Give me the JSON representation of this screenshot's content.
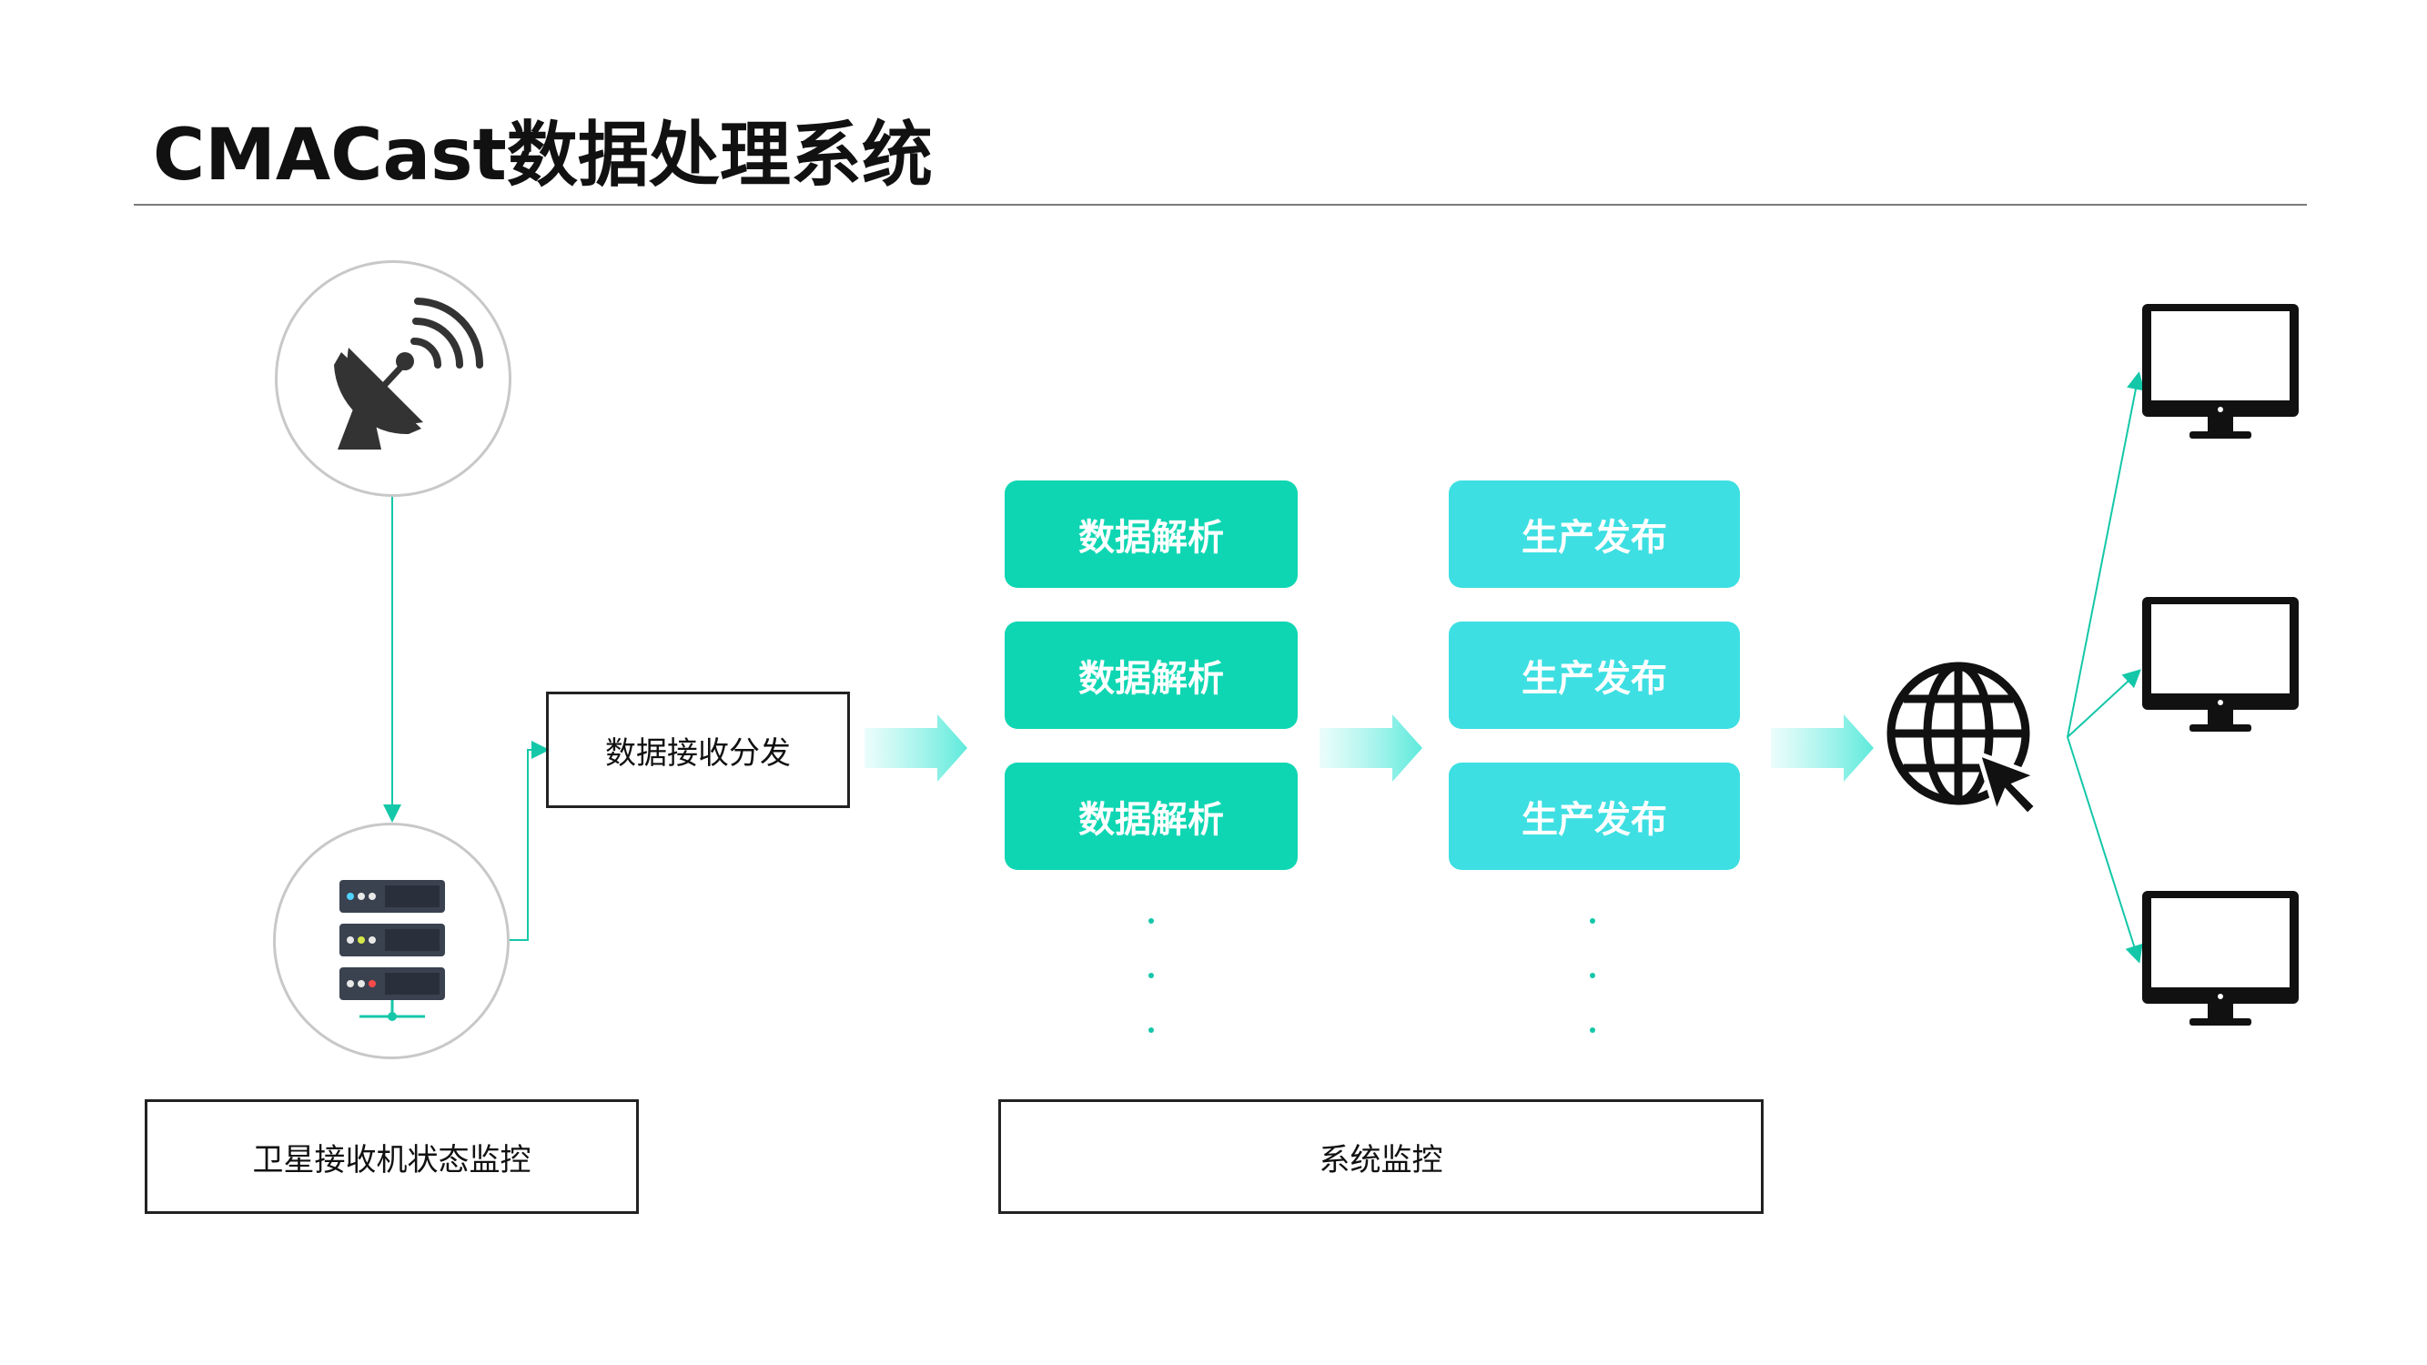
{
  "title": "CMACast数据处理系统",
  "nodes": {
    "receive_dispatch": "数据接收分发",
    "parse_label": "数据解析",
    "publish_label": "生产发布",
    "receiver_monitor": "卫星接收机状态监控",
    "system_monitor": "系统监控"
  },
  "icons": {
    "satellite": "satellite-dish-icon",
    "server": "server-rack-icon",
    "globe": "globe-cursor-icon",
    "monitor": "monitor-icon"
  },
  "colors": {
    "parse_fill": "#0ed6b2",
    "publish_fill": "#3ddfe2",
    "connector": "#14c7a8",
    "arrow": "#7ff0e6"
  }
}
